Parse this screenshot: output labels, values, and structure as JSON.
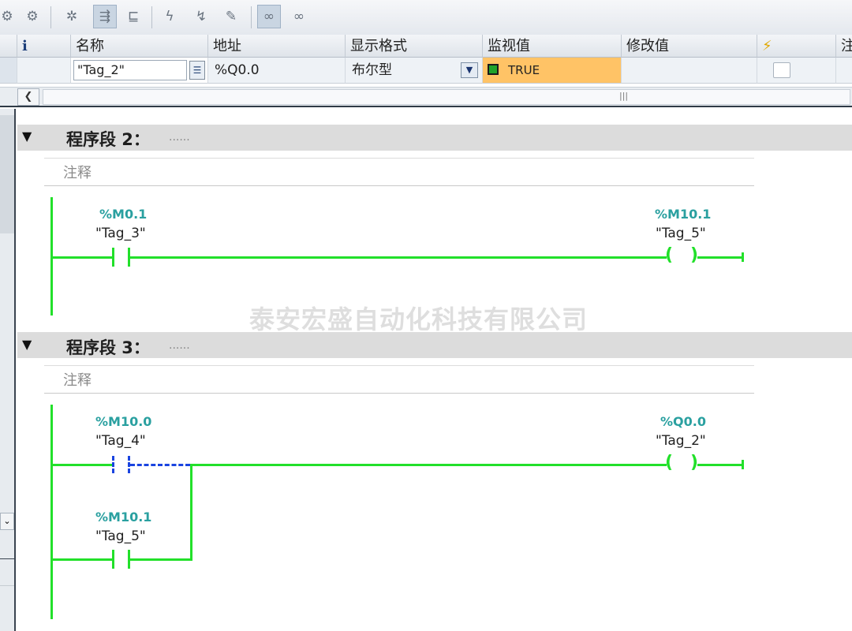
{
  "toolbar": {
    "icons": [
      "insert-row-icon",
      "add-row-icon",
      "clear-icon",
      "monitor-toggle-icon",
      "monitor-once-icon",
      "modify-now-icon",
      "modify-trigger-icon",
      "force-icon",
      "watch-all-icon",
      "watch-once-icon"
    ]
  },
  "watch_table": {
    "columns": [
      "i",
      "名称",
      "地址",
      "显示格式",
      "监视值",
      "修改值",
      "⚡",
      "注"
    ],
    "row": {
      "name": "\"Tag_2\"",
      "address": "%Q0.0",
      "format": "布尔型",
      "monitor_value": "TRUE"
    }
  },
  "networks": [
    {
      "title": "程序段 2：",
      "dots": "......",
      "comment": "注释",
      "contact": {
        "addr": "%M0.1",
        "tag": "\"Tag_3\""
      },
      "coil": {
        "addr": "%M10.1",
        "tag": "\"Tag_5\""
      }
    },
    {
      "title": "程序段 3：",
      "dots": "......",
      "comment": "注释",
      "contact1": {
        "addr": "%M10.0",
        "tag": "\"Tag_4\""
      },
      "contact2": {
        "addr": "%M10.1",
        "tag": "\"Tag_5\""
      },
      "coil": {
        "addr": "%Q0.0",
        "tag": "\"Tag_2\""
      }
    }
  ],
  "watermark": "泰安宏盛自动化科技有限公司",
  "colors": {
    "energized": "#22e02a",
    "not_energized": "#1a44e0",
    "monitor_true": "#ffc366"
  }
}
